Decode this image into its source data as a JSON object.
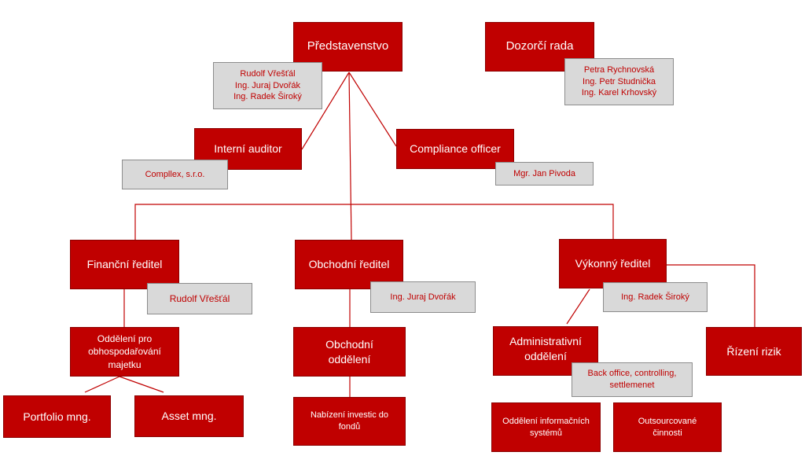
{
  "colors": {
    "node": "#c00000",
    "person": "#d9d9d9",
    "person_text": "#c00000",
    "line": "#c00000"
  },
  "nodes": {
    "predstavenstvo": "Představenstvo",
    "dozorci_rada": "Dozorčí rada",
    "interni_auditor": "Interní auditor",
    "compliance_officer": "Compliance officer",
    "financni_reditel": "Finanční ředitel",
    "obchodni_reditel": "Obchodní ředitel",
    "vykonny_reditel": "Výkonný ředitel",
    "oddeleni_majetku": "Oddělení pro\nobhospodařování\nmajetku",
    "obchodni_oddeleni": "Obchodní\noddělení",
    "administrativni_oddeleni": "Administrativní\noddělení",
    "rizeni_rizik": "Řízení rizik",
    "portfolio_mng": "Portfolio mng.",
    "asset_mng": "Asset mng.",
    "nabizeni_investic": "Nabízení investic do\nfondů",
    "oddeleni_is": "Oddělení informačních\nsystémů",
    "outsourcovane": "Outsourcované\nčinnosti"
  },
  "people": {
    "predstavenstvo": "Rudolf Vřešťál\nIng. Juraj Dvořák\nIng. Radek Široký",
    "dozorci_rada": "Petra Rychnovská\nIng. Petr Studnička\nIng. Karel Krhovský",
    "interni_auditor": "Compllex, s.r.o.",
    "compliance_officer": "Mgr. Jan Pivoda",
    "financni_reditel": "Rudolf Vřešťál",
    "obchodni_reditel": "Ing. Juraj Dvořák",
    "vykonny_reditel": "Ing. Radek Široký",
    "administrativni_oddeleni": "Back office, controlling,\nsettlemenet"
  }
}
